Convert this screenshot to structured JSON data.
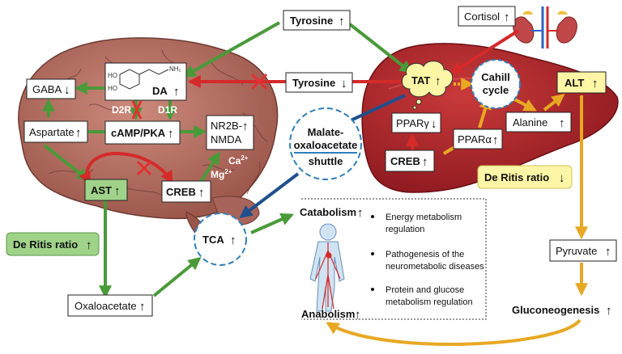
{
  "colors": {
    "green_arrow": "#4a9a3a",
    "red_arrow": "#d42a2a",
    "blue_arrow": "#1f4f8c",
    "gold_arrow": "#e8a823",
    "liver": "#b0202a",
    "brain": "#b96f64",
    "green_box": "#9fd38a",
    "yellow_box": "#fdf6a6",
    "dashed_circle": "#2f7fb8"
  },
  "brain": {
    "gaba": {
      "label": "GABA",
      "arrow": "↓"
    },
    "da": {
      "label": "DA",
      "arrow": "↑",
      "mol_oh1": "HO",
      "mol_oh2": "HO",
      "mol_nh2": "NH₂"
    },
    "d2r": "D2R",
    "d1r": "D1R",
    "aspartate": {
      "label": "Aspartate",
      "arrow": "↑"
    },
    "camp": {
      "label": "cAMP/PKA",
      "arrow": "↑"
    },
    "nr2b": {
      "line1": "NR2B-",
      "line2": "NMDA",
      "arrow": "↑"
    },
    "ca": "Ca",
    "ca_sup": "2+",
    "mg": "Mg",
    "mg_sup": "2+",
    "ast": {
      "label": "AST",
      "arrow": "↑"
    },
    "creb": {
      "label": "CREB",
      "arrow": "↑"
    }
  },
  "center": {
    "tyrosine_top": {
      "label": "Tyrosine",
      "arrow": "↑"
    },
    "tyrosine_mid": {
      "label": "Tyrosine",
      "arrow": "↓"
    },
    "malate": {
      "line1": "Malate-",
      "line2": "oxaloacetate",
      "line3": "shuttle"
    },
    "tca": {
      "label": "TCA",
      "arrow": "↑"
    },
    "catabolism": {
      "label": "Catabolism",
      "arrow": "↑"
    },
    "anabolism": {
      "label": "Anabolism",
      "arrow": "↑"
    },
    "bullets": [
      {
        "line1": "Energy metabolism",
        "line2": "regulation"
      },
      {
        "line1": "Pathogenesis of the",
        "line2": "neurometabolic diseases"
      },
      {
        "line1": "Protein and glucose",
        "line2": "metabolism regulation"
      }
    ]
  },
  "left": {
    "deritis": {
      "label": "De Ritis ratio",
      "arrow": "↑"
    },
    "oxaloacetate": {
      "label": "Oxaloacetate",
      "arrow": "↑"
    }
  },
  "liver": {
    "cortisol": {
      "label": "Cortisol",
      "arrow": "↑"
    },
    "tat": {
      "label": "TAT",
      "arrow": "↑"
    },
    "cahill": {
      "line1": "Cahill",
      "line2": "cycle"
    },
    "alt": {
      "label": "ALT",
      "arrow": "↑"
    },
    "ppar_gamma": {
      "label": "PPARγ",
      "arrow": "↓"
    },
    "ppar_alpha": {
      "label": "PPARα",
      "arrow": "↑"
    },
    "alanine": {
      "label": "Alanine",
      "arrow": "↑"
    },
    "creb": {
      "label": "CREB",
      "arrow": "↑"
    },
    "deritis": {
      "label": "De Ritis ratio",
      "arrow": "↓"
    }
  },
  "right": {
    "pyruvate": {
      "label": "Pyruvate",
      "arrow": "↑"
    },
    "gluconeogenesis": {
      "label": "Gluconeogenesis",
      "arrow": "↑"
    }
  }
}
